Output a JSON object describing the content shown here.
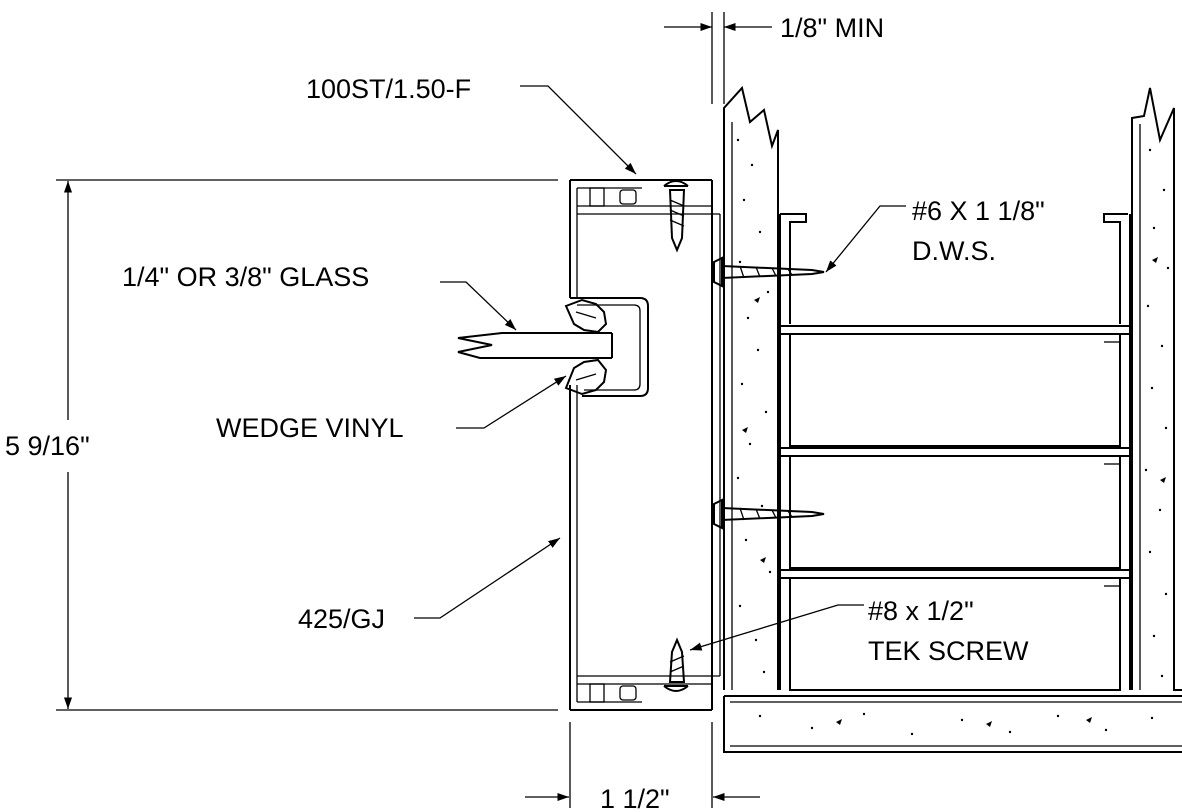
{
  "labels": {
    "gap_min": "1/8\" MIN",
    "head_profile": "100ST/1.50-F",
    "glass": "1/4\" OR 3/8\" GLASS",
    "wedge": "WEDGE VINYL",
    "height_dim": "5 9/16\"",
    "jamb_profile": "425/GJ",
    "depth_dim": "1 1/2\"",
    "dws_line1": "#6 X 1 1/8\"",
    "dws_line2": "D.W.S.",
    "tek_line1": "#8 x 1/2\"",
    "tek_line2": "TEK SCREW"
  },
  "colors": {
    "line": "#000000",
    "background": "#ffffff"
  }
}
